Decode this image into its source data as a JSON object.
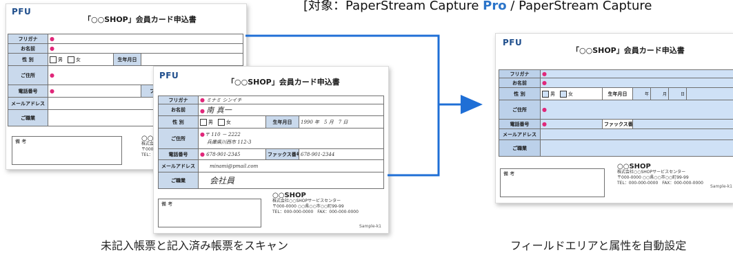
{
  "target_label": {
    "prefix": "[対象：PaperStream Capture ",
    "highlight": "Pro",
    "suffix": " / PaperStream Capture"
  },
  "form": {
    "logo": "PFU",
    "title": "「○○SHOP」会員カード申込書",
    "furigana": "フリガナ",
    "name": "お名前",
    "gender": "性 別",
    "male": "男",
    "female": "女",
    "birthdate": "生年月日",
    "address": "ご住所",
    "phone": "電話番号",
    "fax": "ファックス番号",
    "email": "メールアドレス",
    "occupation": "ご職業",
    "remarks": "備 考",
    "shop_name": "○○SHOP",
    "shop_company": "株式会社○○SHOPサービスセンター",
    "shop_address": "〒000-0000 ○○県○○市○○町99-99",
    "shop_tel": "TEL：000-000-0000　FAX：000-000-0000",
    "sample": "Sample-k1",
    "year_unit": "年",
    "month_unit": "月",
    "day_unit": "日"
  },
  "filled": {
    "furigana": "ミナミ シンイチ",
    "name": "南 真一",
    "birth": "1990 年　5 月　7 日",
    "postal": "〒 110 － 2222",
    "address": "兵庫県川西市 112-3",
    "phone": "678-901-2345",
    "fax": "678-901-2344",
    "email": "minami@pmail.com",
    "occupation": "会社員"
  },
  "captions": {
    "left": "未記入帳票と記入済み帳票をスキャン",
    "right": "フィールドエリアと属性を自動設定"
  },
  "colors": {
    "arrow": "#1f6fd6",
    "highlight": "#2b74c9",
    "field_blue": "#cfe1f6"
  }
}
